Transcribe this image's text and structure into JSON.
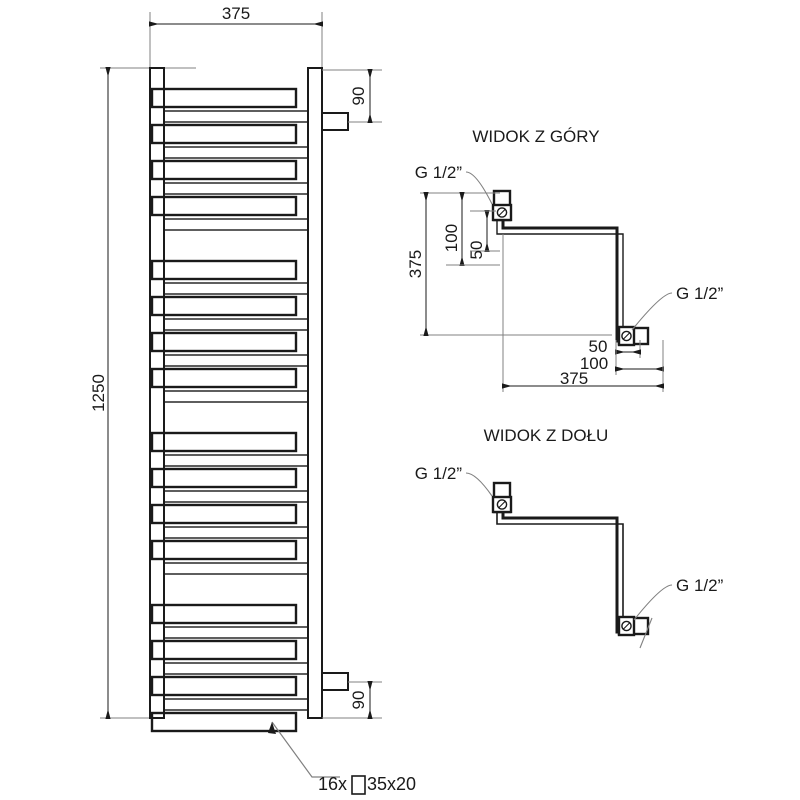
{
  "drawing": {
    "type": "technical-drawing",
    "subject": "towel-rail-radiator",
    "units": "mm"
  },
  "front_view": {
    "width_label": "375",
    "height_label": "1250",
    "top_offset_label": "90",
    "bottom_offset_label": "90",
    "note": "16x",
    "note_profile": "35x20",
    "note_symbol": "rectangular-tube-profile",
    "bar_count": 16,
    "bar_profile_w": 35,
    "bar_profile_h": 20
  },
  "top_view": {
    "title": "WIDOK Z GÓRY",
    "connection_upper": "G 1/2”",
    "connection_lower": "G 1/2”",
    "dim_vertical_375": "375",
    "dim_vertical_100": "100",
    "dim_vertical_50": "50",
    "dim_horizontal_50": "50",
    "dim_horizontal_100": "100",
    "dim_horizontal_375": "375"
  },
  "bottom_view": {
    "title": "WIDOK Z DOŁU",
    "connection_upper": "G 1/2”",
    "connection_lower": "G 1/2”"
  },
  "colors": {
    "line": "#1a1a1a",
    "dimline": "#808080",
    "background": "#ffffff"
  }
}
